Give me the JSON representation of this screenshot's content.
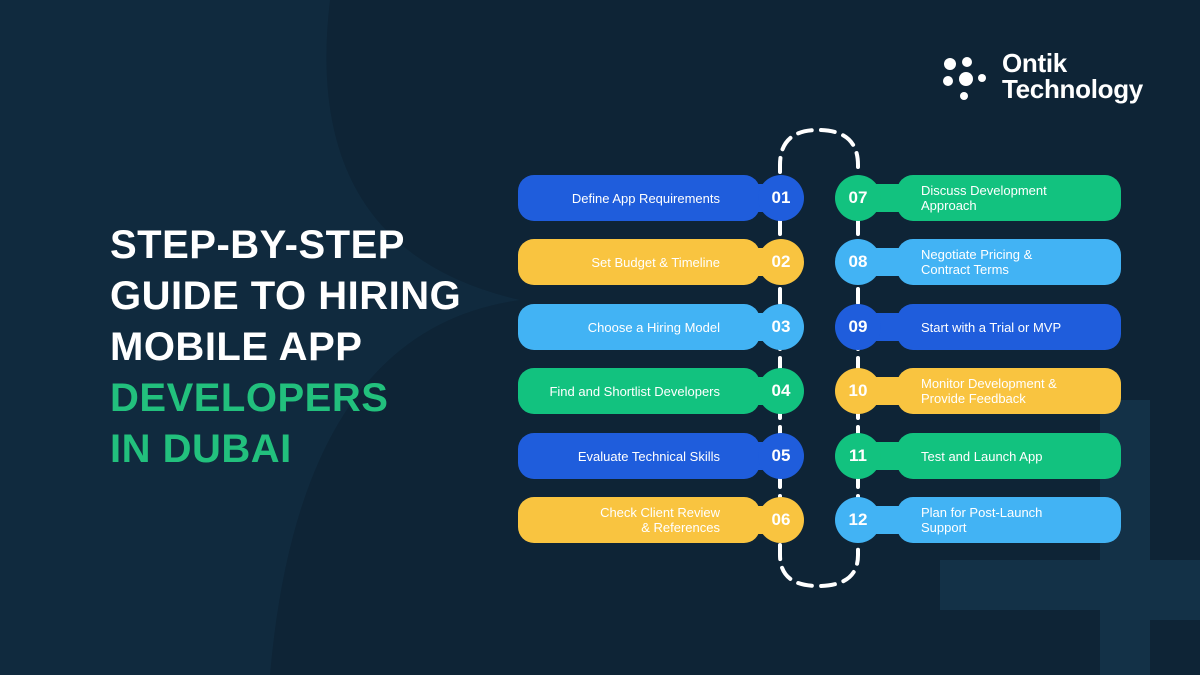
{
  "brand": {
    "name_line1": "Ontik",
    "name_line2": "Technology"
  },
  "headline": {
    "line1": "Step-by-Step",
    "line2": "Guide to Hiring",
    "line3": "Mobile App",
    "line4": "Developers",
    "line5": "in Dubai"
  },
  "colors": {
    "background": "#0e2436",
    "background_shape": "#102b40",
    "accent_green": "#22c07d",
    "blue": "#1f5ddc",
    "yellow": "#f9c440",
    "cyan": "#42b3f4",
    "green": "#12c27f",
    "connector": "#ffffff"
  },
  "steps_left": [
    {
      "num": "01",
      "text": [
        "Define App Requirements"
      ],
      "color": "blue"
    },
    {
      "num": "02",
      "text": [
        "Set Budget & Timeline"
      ],
      "color": "yellow"
    },
    {
      "num": "03",
      "text": [
        "Choose a Hiring Model"
      ],
      "color": "cyan"
    },
    {
      "num": "04",
      "text": [
        "Find and Shortlist Developers"
      ],
      "color": "green"
    },
    {
      "num": "05",
      "text": [
        "Evaluate Technical Skills"
      ],
      "color": "blue"
    },
    {
      "num": "06",
      "text": [
        "Check Client Review",
        "& References"
      ],
      "color": "yellow"
    }
  ],
  "steps_right": [
    {
      "num": "07",
      "text": [
        "Discuss Development",
        "Approach"
      ],
      "color": "green"
    },
    {
      "num": "08",
      "text": [
        "Negotiate Pricing &",
        "Contract Terms"
      ],
      "color": "cyan"
    },
    {
      "num": "09",
      "text": [
        "Start with a Trial or MVP"
      ],
      "color": "blue"
    },
    {
      "num": "10",
      "text": [
        "Monitor Development &",
        "Provide Feedback"
      ],
      "color": "yellow"
    },
    {
      "num": "11",
      "text": [
        "Test and Launch App"
      ],
      "color": "green"
    },
    {
      "num": "12",
      "text": [
        "Plan for Post-Launch",
        "Support"
      ],
      "color": "cyan"
    }
  ]
}
